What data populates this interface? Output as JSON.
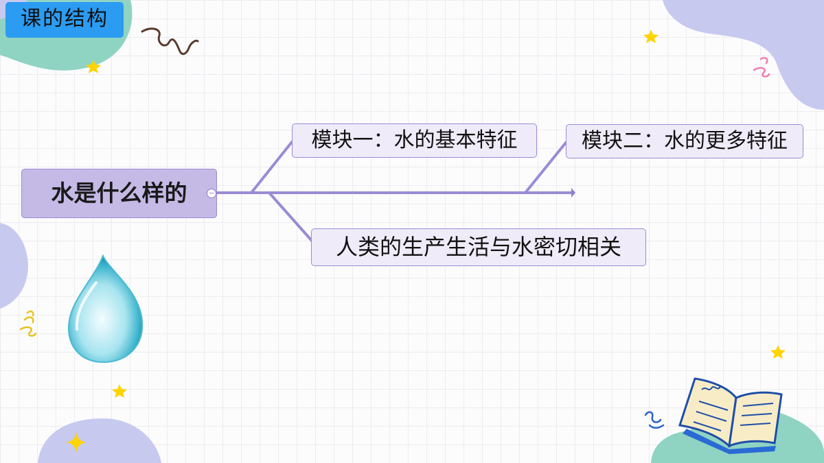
{
  "header": {
    "title": "课的结构"
  },
  "mindmap": {
    "root": "水是什么样的",
    "branches": [
      {
        "label": "模块一：水的基本特征"
      },
      {
        "label": "模块二：水的更多特征"
      },
      {
        "label": "人类的生产生活与水密切相关"
      }
    ]
  },
  "colors": {
    "title_bg": "#2b9cf2",
    "root_bg": "#c5b9e6",
    "node_bg": "#efebf8",
    "connector": "#9a8bd4",
    "blob_teal": "#8fd3c3",
    "blob_purple": "#c8c9ef",
    "star": "#ffd400"
  },
  "icons": [
    "water-drop-icon",
    "open-book-icon",
    "star-icon",
    "squiggle-icon"
  ]
}
